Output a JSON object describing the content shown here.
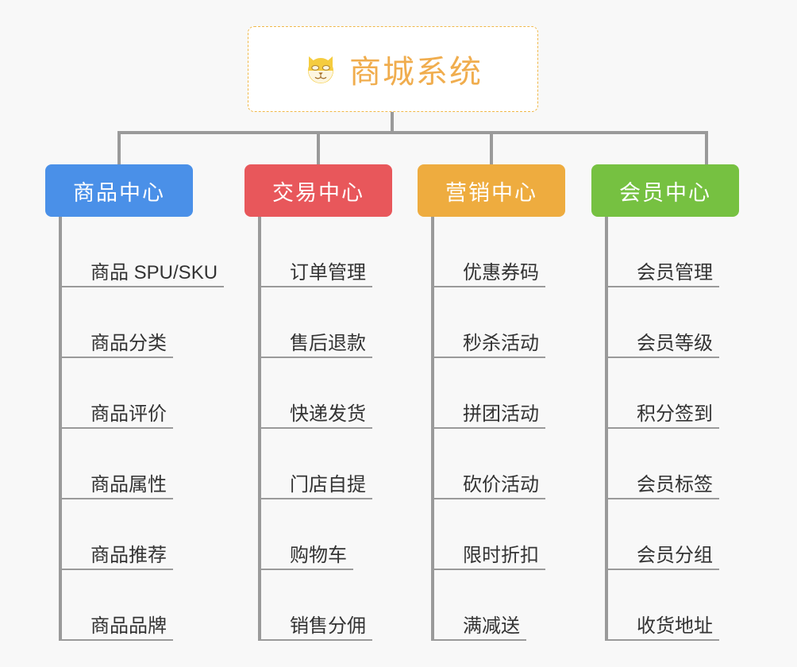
{
  "diagram": {
    "type": "mindmap",
    "background_color": "#f8f8f8",
    "connector_color": "#9a9a9a",
    "root": {
      "title": "商城系统",
      "icon": "dog-face-emoji",
      "text_color": "#f0ad4e",
      "border_color": "#f0b849",
      "background_color": "#ffffff"
    },
    "branches": [
      {
        "title": "商品中心",
        "color": "#4a90e8",
        "items": [
          "商品 SPU/SKU",
          "商品分类",
          "商品评价",
          "商品属性",
          "商品推荐",
          "商品品牌"
        ]
      },
      {
        "title": "交易中心",
        "color": "#e8575b",
        "items": [
          "订单管理",
          "售后退款",
          "快递发货",
          "门店自提",
          "购物车",
          "销售分佣"
        ]
      },
      {
        "title": "营销中心",
        "color": "#eeac3f",
        "items": [
          "优惠券码",
          "秒杀活动",
          "拼团活动",
          "砍价活动",
          "限时折扣",
          "满减送"
        ]
      },
      {
        "title": "会员中心",
        "color": "#76c141",
        "items": [
          "会员管理",
          "会员等级",
          "积分签到",
          "会员标签",
          "会员分组",
          "收货地址"
        ]
      }
    ]
  }
}
